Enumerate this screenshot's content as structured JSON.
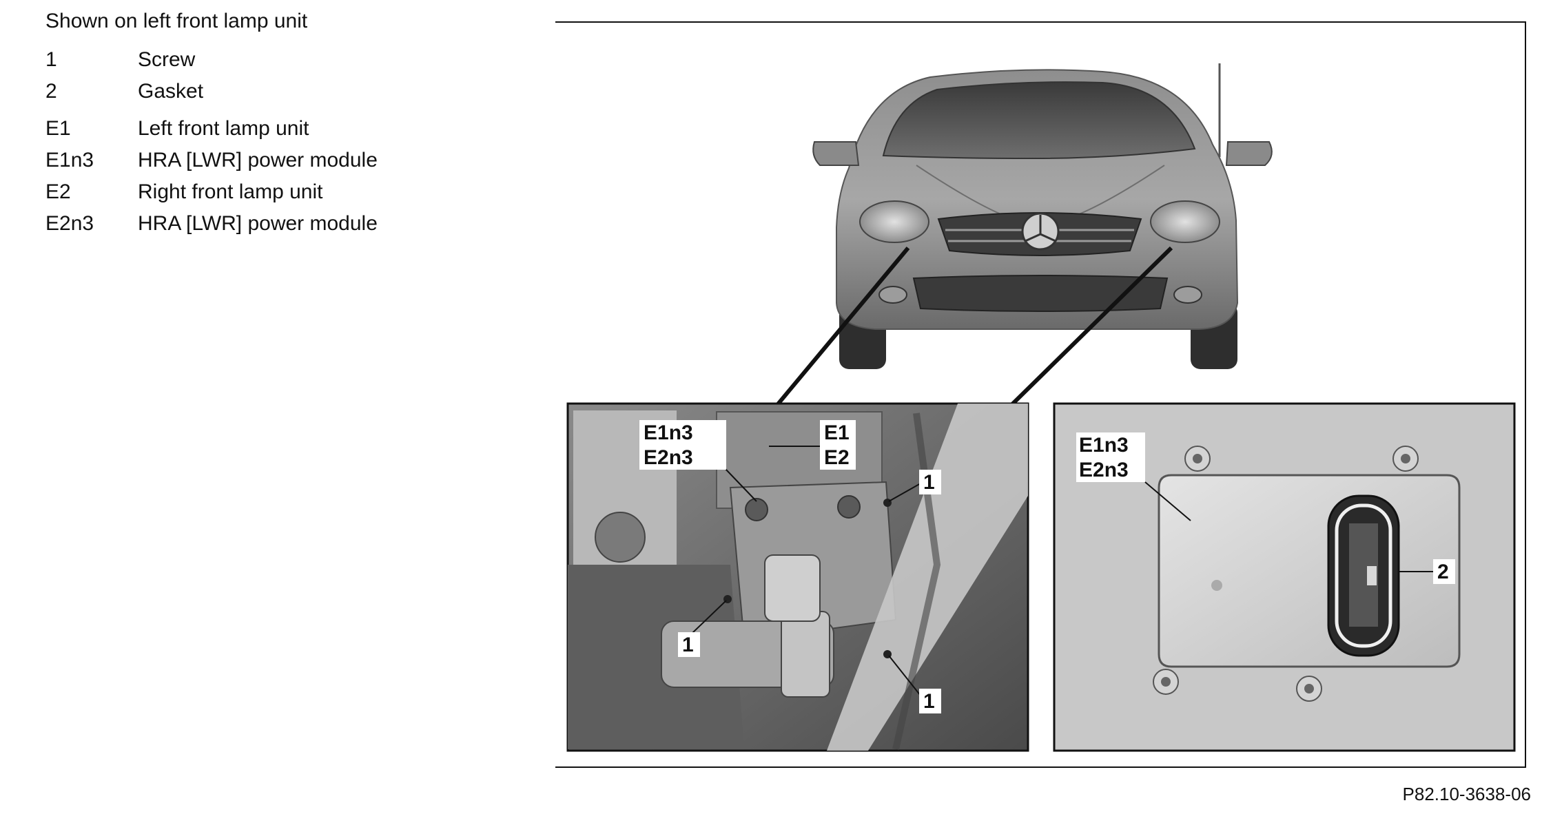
{
  "caption": "Shown on left front lamp unit",
  "legend": [
    {
      "key": "1",
      "desc": "Screw"
    },
    {
      "key": "2",
      "desc": "Gasket"
    },
    {
      "key": "E1",
      "desc": "Left front lamp unit"
    },
    {
      "key": "E1n3",
      "desc": "HRA [LWR] power module"
    },
    {
      "key": "E2",
      "desc": "Right front lamp unit"
    },
    {
      "key": "E2n3",
      "desc": "HRA [LWR] power module"
    }
  ],
  "callouts": {
    "left_panel": {
      "e1n3": "E1n3",
      "e2n3": "E2n3",
      "e1": "E1",
      "e2": "E2",
      "screw_top": "1",
      "screw_mid": "1",
      "screw_bottom": "1"
    },
    "right_panel": {
      "e1n3": "E1n3",
      "e2n3": "E2n3",
      "gasket": "2"
    }
  },
  "reference": "P82.10-3638-06"
}
